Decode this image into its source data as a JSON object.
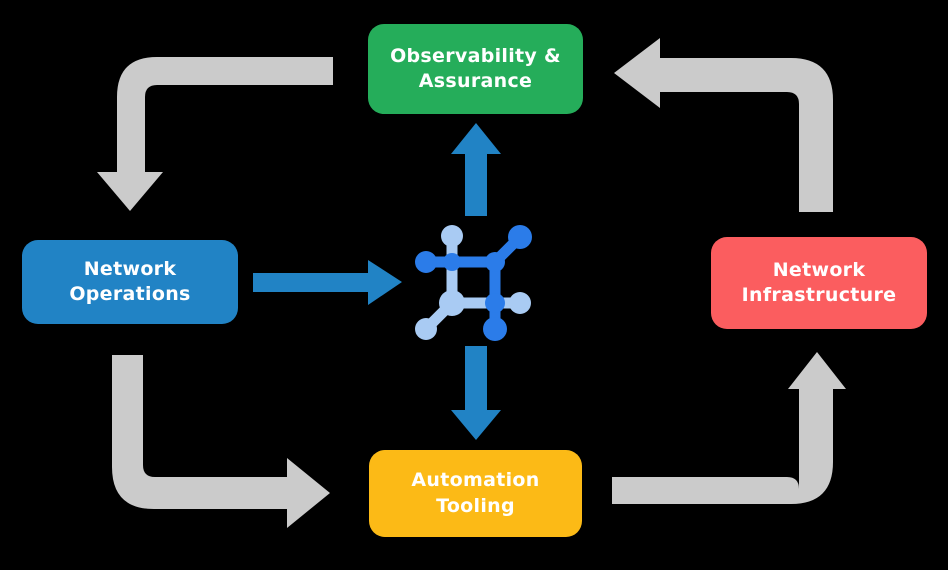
{
  "colors": {
    "background": "#000000",
    "cycle_arrow": "#CBCBCB",
    "flow_arrow": "#2183C5",
    "icon_dark": "#2B7CE9",
    "icon_light": "#A9CBF3",
    "label_text": "#FFFFFF"
  },
  "nodes": [
    {
      "id": "observability",
      "lines": [
        "Observability &",
        "Assurance"
      ],
      "color": "#25AD5A"
    },
    {
      "id": "operations",
      "lines": [
        "Network",
        "Operations"
      ],
      "color": "#2183C5"
    },
    {
      "id": "infrastructure",
      "lines": [
        "Network",
        "Infrastructure"
      ],
      "color": "#FB5D5F"
    },
    {
      "id": "automation",
      "lines": [
        "Automation",
        "Tooling"
      ],
      "color": "#FCBA16"
    }
  ],
  "diagram": {
    "type": "cycle-flow",
    "center_icon": "network-fabric-icon",
    "edges": [
      {
        "from": "observability",
        "to": "operations",
        "style": "gray-cycle"
      },
      {
        "from": "operations",
        "to": "automation",
        "style": "gray-cycle"
      },
      {
        "from": "automation",
        "to": "infrastructure",
        "style": "gray-cycle"
      },
      {
        "from": "infrastructure",
        "to": "observability",
        "style": "gray-cycle"
      },
      {
        "from": "operations",
        "to": "center",
        "style": "blue-flow"
      },
      {
        "from": "center",
        "to": "observability",
        "style": "blue-flow"
      },
      {
        "from": "center",
        "to": "automation",
        "style": "blue-flow"
      }
    ]
  }
}
